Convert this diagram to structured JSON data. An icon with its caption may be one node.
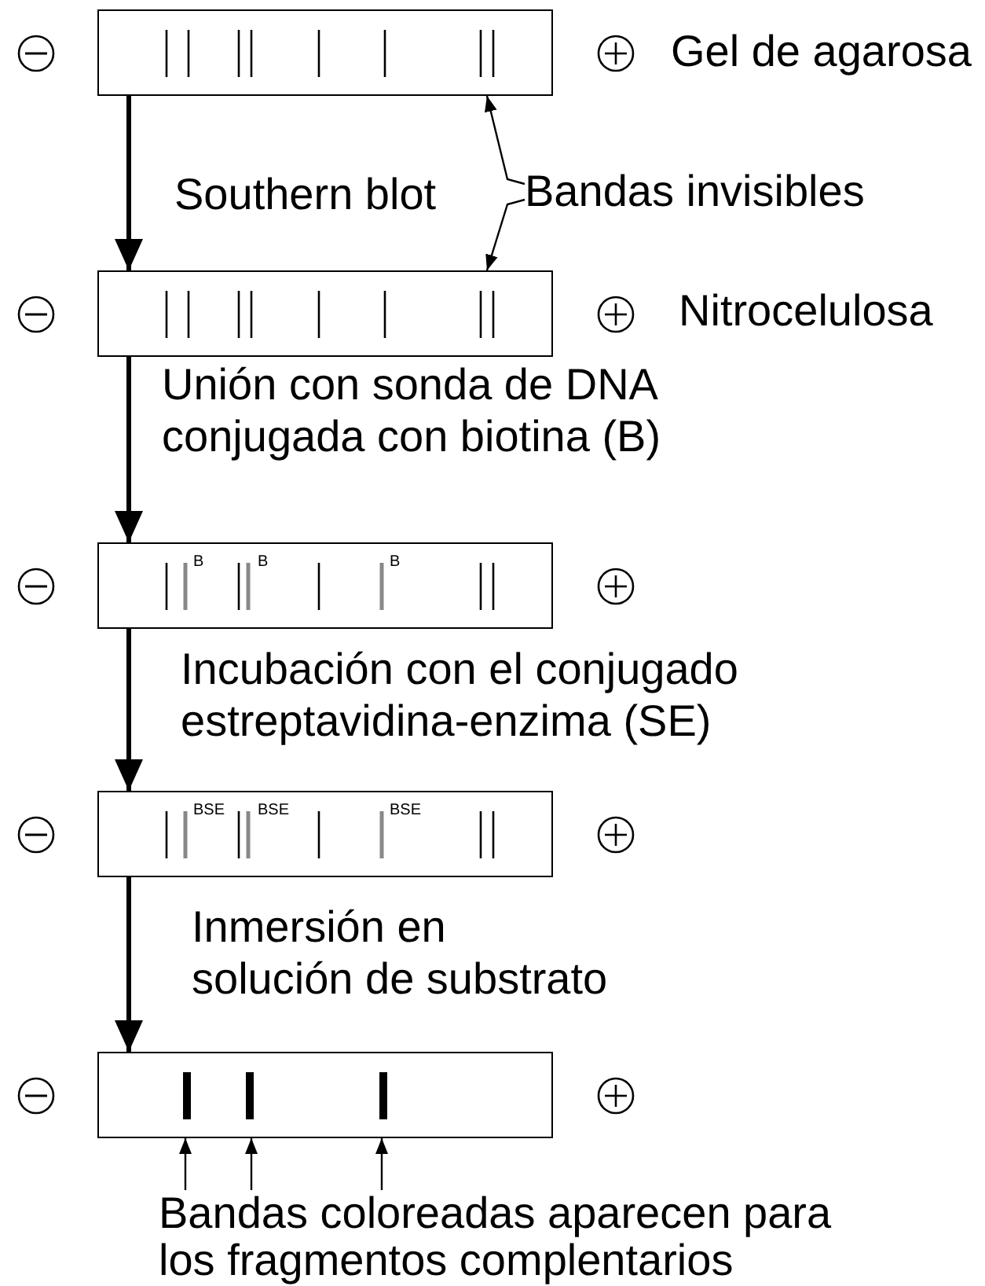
{
  "diagram": {
    "nodes": [
      {
        "text": [],
        "shape": "box",
        "beside": [
          "Gel de agarosa"
        ]
      },
      {
        "text": [
          "Bandas invisibles"
        ]
      },
      {
        "text": [],
        "shape": "box",
        "beside": [
          "Nitrocelulosa"
        ]
      },
      {
        "text": [
          "B",
          "B",
          "B"
        ]
      },
      {
        "text": [
          "BSE",
          "BSE",
          "BSE"
        ]
      },
      {
        "text": [],
        "shape": "box"
      },
      {
        "text": [
          "Bandas coloreadas aparecen para los fragmentos complentarios"
        ]
      }
    ],
    "edges": [
      {
        "from": 0,
        "to": 2,
        "arrow": "to",
        "label": "Southern blot",
        "style": "thick"
      },
      {
        "from": 1,
        "to": 0,
        "arrow": "to"
      },
      {
        "from": 1,
        "to": 2,
        "arrow": "to"
      },
      {
        "from": 2,
        "to": 3,
        "arrow": "to",
        "label": "Unión con sonda de DNA conjugada con biotina (B)",
        "style": "thick"
      },
      {
        "from": 3,
        "to": 4,
        "arrow": "to",
        "label": "Incubación con el conjugado estreptavidina-enzima (SE)",
        "style": "thick"
      },
      {
        "from": 4,
        "to": 5,
        "arrow": "to",
        "label": "Inmersión en solución de substrato",
        "style": "thick"
      },
      {
        "from": 6,
        "to": 5,
        "arrow": "to"
      },
      {
        "from": 6,
        "to": 5,
        "arrow": "to"
      },
      {
        "from": 6,
        "to": 5,
        "arrow": "to"
      }
    ]
  }
}
